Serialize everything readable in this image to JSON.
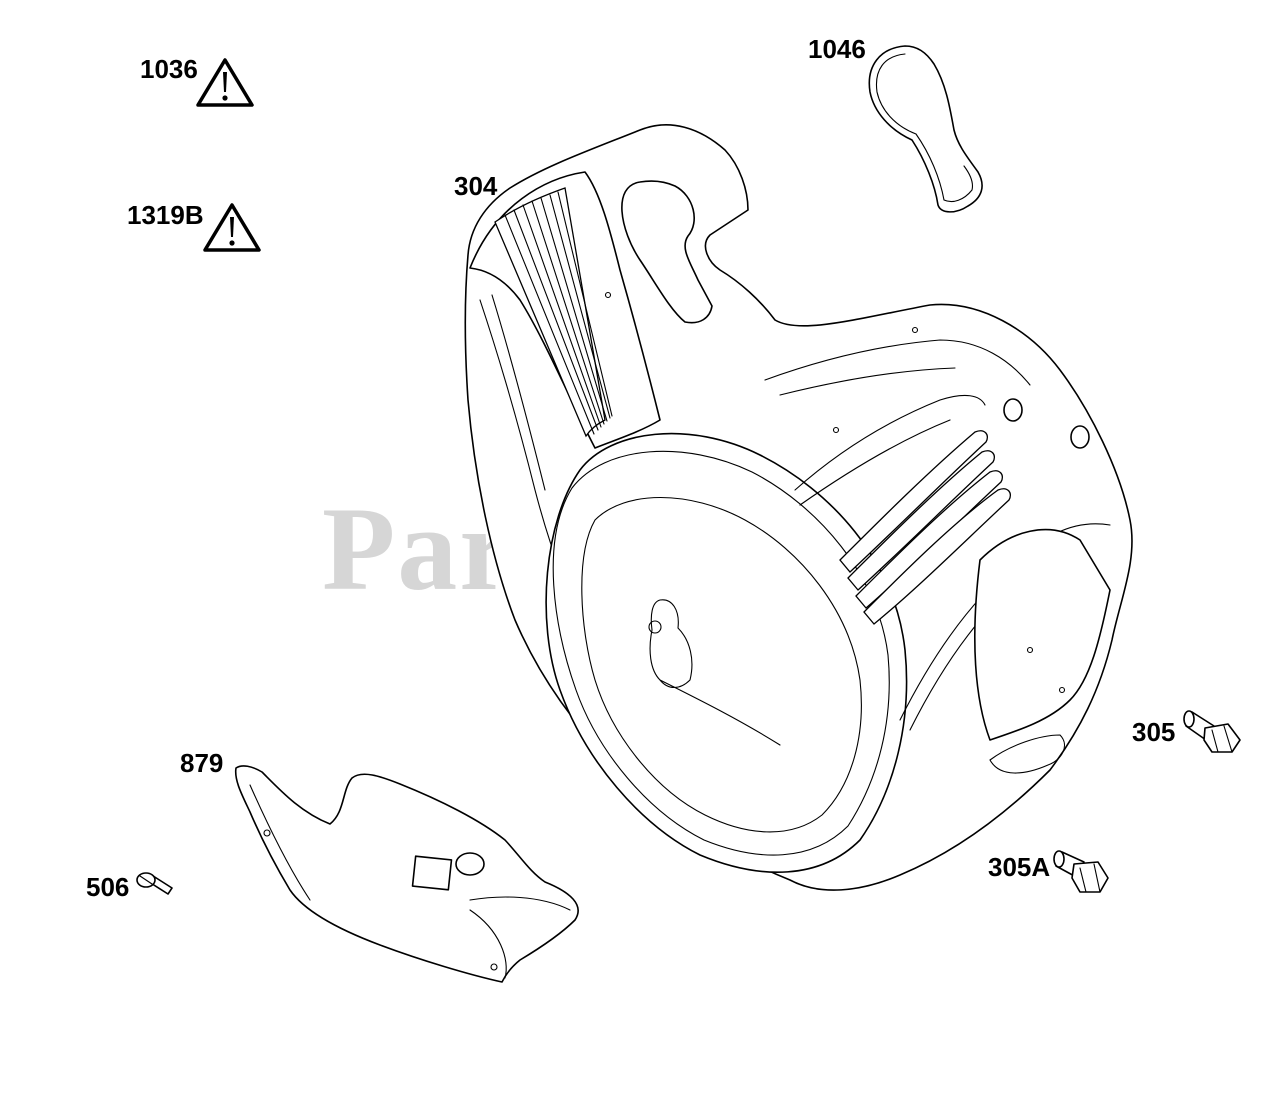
{
  "watermark": "PartsTree",
  "callouts": {
    "c1036": "1036",
    "c1319b": "1319B",
    "c1046": "1046",
    "c304": "304",
    "c305": "305",
    "c305a": "305A",
    "c879": "879",
    "c506": "506"
  },
  "icons": {
    "warning_1036": "warning-triangle-icon",
    "warning_1319b": "warning-triangle-icon"
  },
  "colors": {
    "line": "#000000",
    "background": "#ffffff",
    "watermark": "#cfcfcf"
  }
}
